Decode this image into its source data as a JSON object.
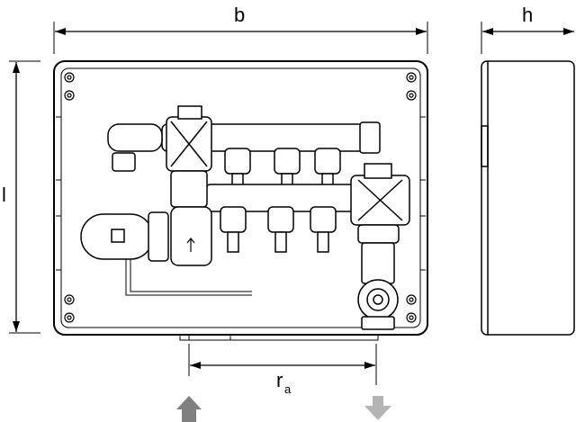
{
  "dimensions": {
    "width_label": "b",
    "depth_label": "h",
    "height_label": "l",
    "connection_spacing_label": "r",
    "connection_spacing_subscript": "a"
  },
  "colors": {
    "line": "#000000",
    "supply_arrow": "#808080",
    "return_arrow": "#b4b4b4"
  }
}
